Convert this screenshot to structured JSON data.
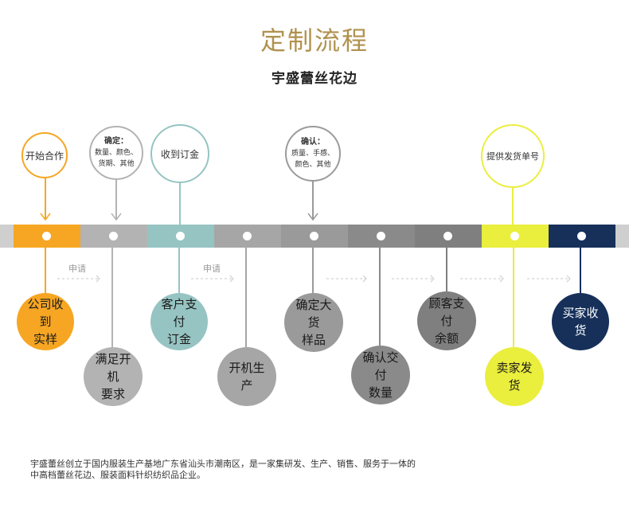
{
  "title": "定制流程",
  "subtitle": "宇盛蕾丝花边",
  "bubbles": {
    "start": "开始合作",
    "confirm1": {
      "head": "确定：",
      "lines": [
        "数量、颜色、",
        "货期、其他"
      ]
    },
    "deposit": "收到订金",
    "confirm2": {
      "head": "确认：",
      "lines": [
        "质量、手感、",
        "颜色、其他"
      ]
    },
    "tracking": "提供发货单号"
  },
  "request_label": "申请",
  "stages": [
    {
      "label": "公司收到\n实样",
      "color": "#f6a623",
      "text_color": "#1a1a1a"
    },
    {
      "label": "满足开机\n要求",
      "color": "#b3b3b3",
      "text_color": "#1a1a1a"
    },
    {
      "label": "客户支付\n订金",
      "color": "#96c4c2",
      "text_color": "#1a1a1a"
    },
    {
      "label": "开机生产",
      "color": "#a6a6a6",
      "text_color": "#1a1a1a"
    },
    {
      "label": "确定大货\n样品",
      "color": "#9a9a9a",
      "text_color": "#1a1a1a"
    },
    {
      "label": "确认交付\n数量",
      "color": "#8a8a8a",
      "text_color": "#1a1a1a"
    },
    {
      "label": "顾客支付\n余额",
      "color": "#7f7f7f",
      "text_color": "#1a1a1a"
    },
    {
      "label": "卖家发货",
      "color": "#eaee3c",
      "text_color": "#1a1a1a"
    },
    {
      "label": "买家收货",
      "color": "#16305a",
      "text_color": "#ffffff"
    }
  ],
  "colors": {
    "band_edge": "#cfcfcf",
    "title": "#b0924f",
    "arrow": "#c9c9c9"
  },
  "footer": {
    "line1": "宇盛蕾丝创立于国内服装生产基地广东省汕头市潮南区，是一家集研发、生产、销售、服务于一体的",
    "line2": "中高档蕾丝花边、服装面料针织纺织品企业。"
  }
}
